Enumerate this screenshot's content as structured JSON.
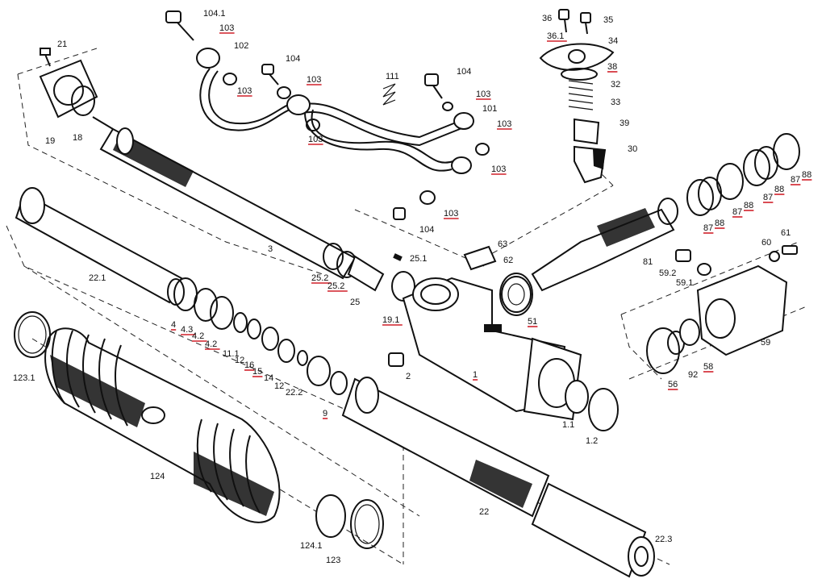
{
  "diagram": {
    "labels": [
      {
        "id": "l1",
        "text": "104.1",
        "underline": false
      },
      {
        "id": "l2",
        "text": "103",
        "underline": true
      },
      {
        "id": "l3",
        "text": "102",
        "underline": false
      },
      {
        "id": "l4",
        "text": "104",
        "underline": false
      },
      {
        "id": "l5",
        "text": "103",
        "underline": true
      },
      {
        "id": "l6",
        "text": "103",
        "underline": true
      },
      {
        "id": "l7",
        "text": "111",
        "underline": false
      },
      {
        "id": "l8",
        "text": "104",
        "underline": false
      },
      {
        "id": "l9",
        "text": "103",
        "underline": true
      },
      {
        "id": "l10",
        "text": "101",
        "underline": false
      },
      {
        "id": "l11",
        "text": "103",
        "underline": true
      },
      {
        "id": "l12",
        "text": "103",
        "underline": true
      },
      {
        "id": "l13",
        "text": "103",
        "underline": true
      },
      {
        "id": "l14",
        "text": "103",
        "underline": true
      },
      {
        "id": "l15",
        "text": "104",
        "underline": false
      },
      {
        "id": "l16",
        "text": "36",
        "underline": false
      },
      {
        "id": "l17",
        "text": "35",
        "underline": false
      },
      {
        "id": "l18",
        "text": "36.1",
        "underline": true
      },
      {
        "id": "l19",
        "text": "34",
        "underline": false
      },
      {
        "id": "l20",
        "text": "38",
        "underline": true
      },
      {
        "id": "l21",
        "text": "32",
        "underline": false
      },
      {
        "id": "l22",
        "text": "33",
        "underline": false
      },
      {
        "id": "l23",
        "text": "39",
        "underline": false
      },
      {
        "id": "l24",
        "text": "30",
        "underline": false
      },
      {
        "id": "l25",
        "text": "21",
        "underline": false
      },
      {
        "id": "l26",
        "text": "19",
        "underline": false
      },
      {
        "id": "l27",
        "text": "18",
        "underline": false
      },
      {
        "id": "l28",
        "text": "3",
        "underline": false
      },
      {
        "id": "l29",
        "text": "22.1",
        "underline": false
      },
      {
        "id": "l30",
        "text": "25.2",
        "underline": true
      },
      {
        "id": "l31",
        "text": "25.2",
        "underline": true
      },
      {
        "id": "l32",
        "text": "25.1",
        "underline": false
      },
      {
        "id": "l33",
        "text": "25",
        "underline": false
      },
      {
        "id": "l34",
        "text": "19.1",
        "underline": true
      },
      {
        "id": "l35",
        "text": "4",
        "underline": true
      },
      {
        "id": "l36",
        "text": "4.3",
        "underline": true
      },
      {
        "id": "l37",
        "text": "4.2",
        "underline": true
      },
      {
        "id": "l38",
        "text": "4.2",
        "underline": true
      },
      {
        "id": "l39",
        "text": "11.1",
        "underline": false
      },
      {
        "id": "l40",
        "text": "12",
        "underline": false
      },
      {
        "id": "l41",
        "text": "16",
        "underline": true
      },
      {
        "id": "l42",
        "text": "15",
        "underline": true
      },
      {
        "id": "l43",
        "text": "14",
        "underline": false
      },
      {
        "id": "l44",
        "text": "12",
        "underline": false
      },
      {
        "id": "l45",
        "text": "22.2",
        "underline": false
      },
      {
        "id": "l46",
        "text": "9",
        "underline": true
      },
      {
        "id": "l47",
        "text": "2",
        "underline": false
      },
      {
        "id": "l48",
        "text": "1",
        "underline": true
      },
      {
        "id": "l49",
        "text": "1.1",
        "underline": false
      },
      {
        "id": "l50",
        "text": "1.2",
        "underline": false
      },
      {
        "id": "l51",
        "text": "63",
        "underline": false
      },
      {
        "id": "l52",
        "text": "62",
        "underline": false
      },
      {
        "id": "l53",
        "text": "51",
        "underline": true
      },
      {
        "id": "l54",
        "text": "81",
        "underline": false
      },
      {
        "id": "l55",
        "text": "59.2",
        "underline": false
      },
      {
        "id": "l56",
        "text": "59.1",
        "underline": false
      },
      {
        "id": "l57",
        "text": "60",
        "underline": false
      },
      {
        "id": "l58",
        "text": "61",
        "underline": false
      },
      {
        "id": "l59",
        "text": "59",
        "underline": false
      },
      {
        "id": "l60",
        "text": "56",
        "underline": true
      },
      {
        "id": "l61",
        "text": "92",
        "underline": false
      },
      {
        "id": "l62",
        "text": "58",
        "underline": true
      },
      {
        "id": "l63",
        "text": "87",
        "underline": true
      },
      {
        "id": "l64",
        "text": "88",
        "underline": true
      },
      {
        "id": "l65",
        "text": "88",
        "underline": true
      },
      {
        "id": "l66",
        "text": "87",
        "underline": true
      },
      {
        "id": "l67",
        "text": "87",
        "underline": true
      },
      {
        "id": "l68",
        "text": "88",
        "underline": true
      },
      {
        "id": "l69",
        "text": "87",
        "underline": true
      },
      {
        "id": "l70",
        "text": "88",
        "underline": true
      },
      {
        "id": "l71",
        "text": "123.1",
        "underline": false
      },
      {
        "id": "l72",
        "text": "124",
        "underline": false
      },
      {
        "id": "l73",
        "text": "124.1",
        "underline": false
      },
      {
        "id": "l74",
        "text": "123",
        "underline": false
      },
      {
        "id": "l75",
        "text": "22",
        "underline": false
      },
      {
        "id": "l76",
        "text": "22.3",
        "underline": false
      }
    ],
    "colors": {
      "ink": "#111111",
      "underline": "#d0202a",
      "background": "#ffffff"
    }
  }
}
